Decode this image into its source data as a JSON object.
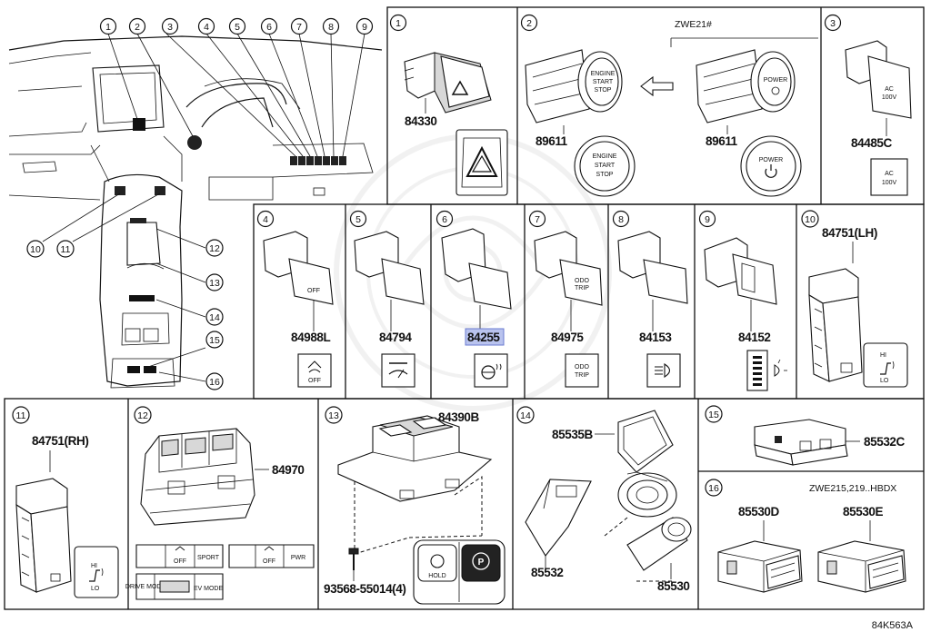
{
  "callouts": [
    "1",
    "2",
    "3",
    "4",
    "5",
    "6",
    "7",
    "8",
    "9",
    "10",
    "11",
    "12",
    "13",
    "14",
    "15",
    "16"
  ],
  "panels": {
    "p1": {
      "number": "1",
      "part": "84330"
    },
    "p2": {
      "number": "2",
      "part_left": "89611",
      "part_right": "89611",
      "variant": "ZWE21#",
      "btn_left": [
        "ENGINE",
        "START",
        "STOP"
      ],
      "btn_right": "POWER",
      "bezel_left": [
        "ENGINE",
        "START",
        "STOP"
      ],
      "bezel_right": "POWER"
    },
    "p3": {
      "number": "3",
      "part": "84485C",
      "label": [
        "AC",
        "100V"
      ]
    },
    "p4": {
      "number": "4",
      "part": "84988L",
      "label": "OFF"
    },
    "p5": {
      "number": "5",
      "part": "84794"
    },
    "p6": {
      "number": "6",
      "part": "84255"
    },
    "p7": {
      "number": "7",
      "part": "84975",
      "label": [
        "ODO",
        "TRIP"
      ]
    },
    "p8": {
      "number": "8",
      "part": "84153"
    },
    "p9": {
      "number": "9",
      "part": "84152"
    },
    "p10": {
      "number": "10",
      "part": "84751(LH)",
      "hi": "HI",
      "lo": "LO"
    },
    "p11": {
      "number": "11",
      "part": "84751(RH)",
      "hi": "HI",
      "lo": "LO"
    },
    "p12": {
      "number": "12",
      "part": "84970",
      "labels": [
        "OFF",
        "SPORT",
        "OFF",
        "PWR",
        "DRIVE MODE",
        "EV MODE"
      ]
    },
    "p13": {
      "number": "13",
      "part_top": "84390B",
      "part_bolt": "93568-55014(4)",
      "hold": "HOLD",
      "p_mark": "P"
    },
    "p14": {
      "number": "14",
      "part_cover": "85535B",
      "part_socket": "85532",
      "part_plug": "85530"
    },
    "p15": {
      "number": "15",
      "part": "85532C"
    },
    "p16": {
      "number": "16",
      "variant": "ZWE215,219..HBDX",
      "part_left": "85530D",
      "part_right": "85530E"
    }
  },
  "figure_code": "84K563A",
  "colors": {
    "line": "#111111",
    "highlight": "#b9c3ee",
    "watermark": "#e4e4e4"
  }
}
